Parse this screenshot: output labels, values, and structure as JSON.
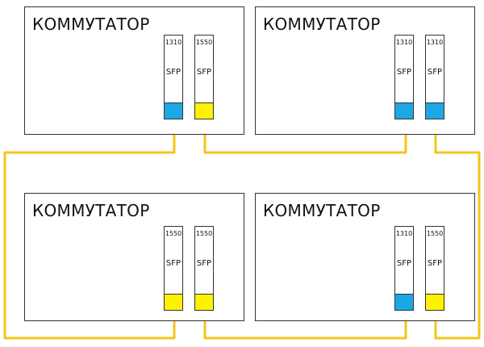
{
  "colors": {
    "port_1310": "#1ca8e6",
    "port_1550": "#fff200",
    "cable": "#f5c518"
  },
  "switches": [
    {
      "title": "КОММУТАТОР",
      "modules": [
        {
          "wavelength": "1310",
          "label": "SFP",
          "port_color": "#1ca8e6"
        },
        {
          "wavelength": "1550",
          "label": "SFP",
          "port_color": "#fff200"
        }
      ]
    },
    {
      "title": "КОММУТАТОР",
      "modules": [
        {
          "wavelength": "1310",
          "label": "SFP",
          "port_color": "#1ca8e6"
        },
        {
          "wavelength": "1310",
          "label": "SFP",
          "port_color": "#1ca8e6"
        }
      ]
    },
    {
      "title": "КОММУТАТОР",
      "modules": [
        {
          "wavelength": "1550",
          "label": "SFP",
          "port_color": "#fff200"
        },
        {
          "wavelength": "1550",
          "label": "SFP",
          "port_color": "#fff200"
        }
      ]
    },
    {
      "title": "КОММУТАТОР",
      "modules": [
        {
          "wavelength": "1310",
          "label": "SFP",
          "port_color": "#1ca8e6"
        },
        {
          "wavelength": "1550",
          "label": "SFP",
          "port_color": "#fff200"
        }
      ]
    }
  ]
}
